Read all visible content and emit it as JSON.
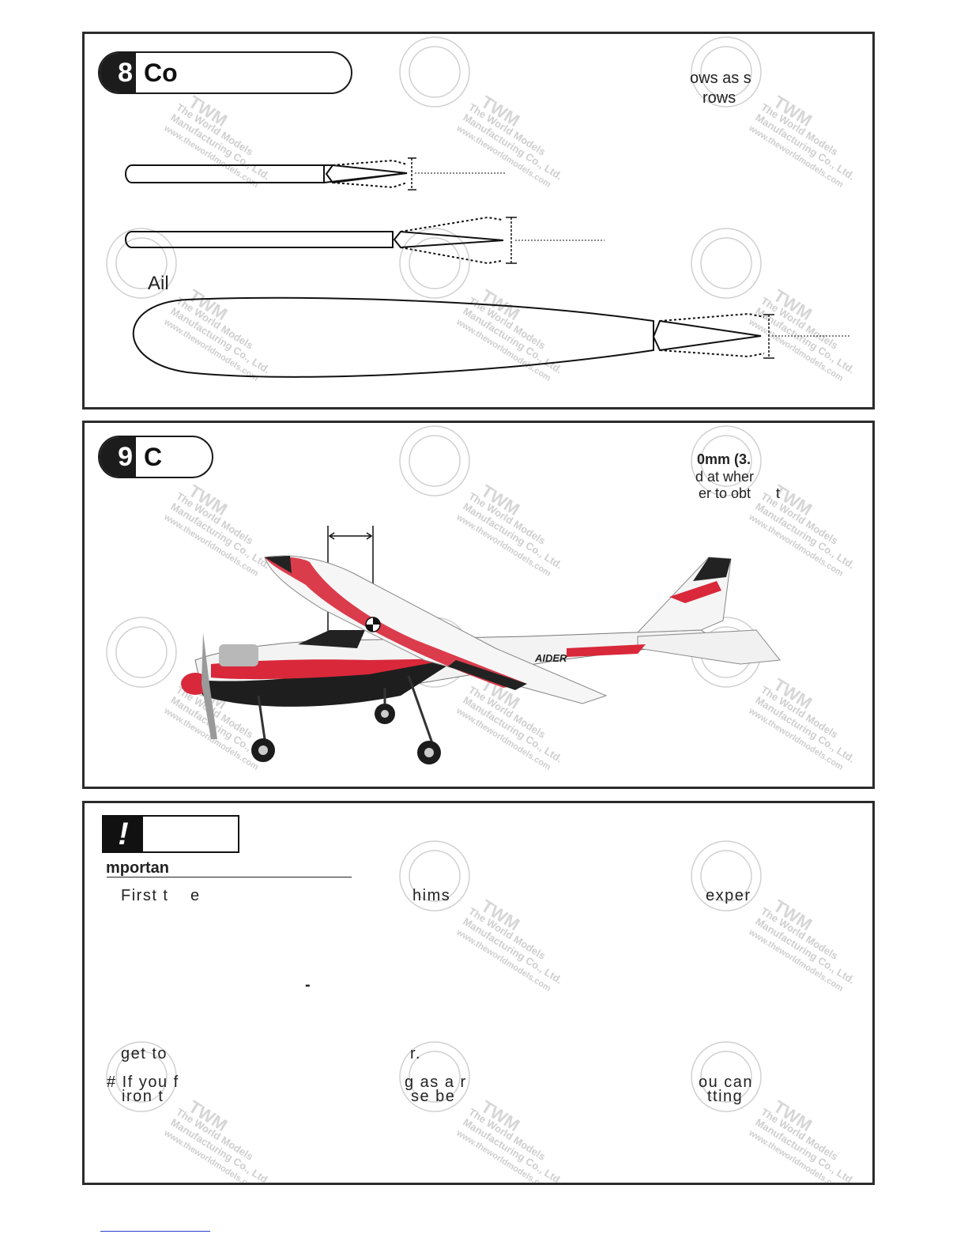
{
  "section8": {
    "number": "8",
    "title": "Co",
    "desc_line1": "ows as s",
    "desc_line2": "rows",
    "label_aileron": "Ail"
  },
  "section9": {
    "number": "9",
    "title": "C",
    "desc_line1": "0mm (3.",
    "desc_line2": "d at wher",
    "desc_line3": "er to obt",
    "desc_line3b": "t",
    "plane_text": "AIDER"
  },
  "important": {
    "icon": "exclamation-icon",
    "heading": "mportan",
    "line1_a": "First t",
    "line1_b": "e",
    "line1_c": "hims",
    "line1_d": "exper",
    "dash": "-",
    "line2_a": "get to",
    "line2_b": "r.",
    "line3_a": "# If you f",
    "line3_b": "g as a r",
    "line3_c": "ou can",
    "line4_a": "iron t",
    "line4_b": "se be",
    "line4_c": "tting"
  },
  "watermark": {
    "brand": "TWM",
    "line1": "The World Models",
    "line2": "Manufacturing Co., Ltd.",
    "line3": "www.theworldmodels.com"
  },
  "colors": {
    "accent_red": "#d8283a",
    "dark": "#1c1c1c",
    "link_blue": "#2a3fd0"
  }
}
